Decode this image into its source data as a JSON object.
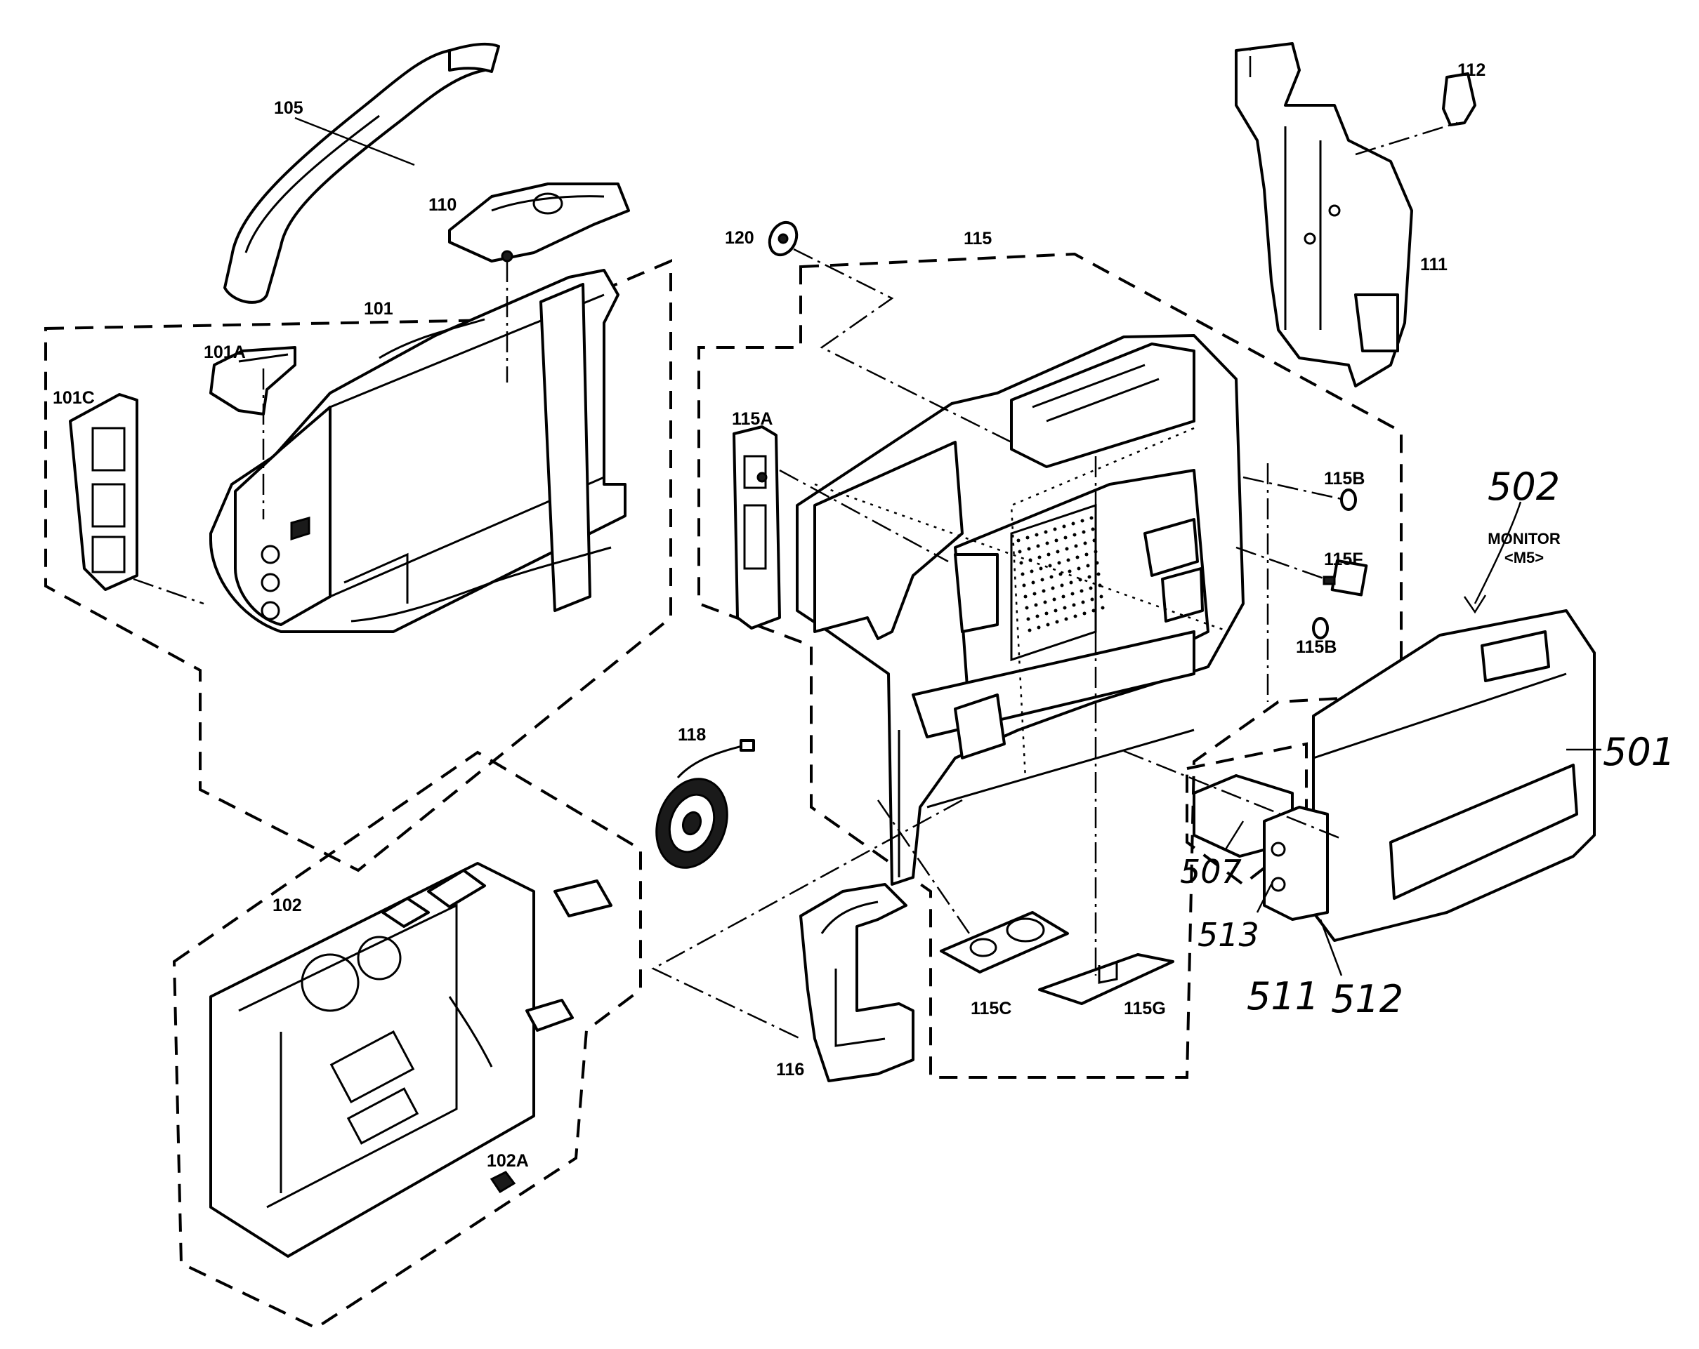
{
  "labels": {
    "p101": "101",
    "p101A": "101A",
    "p101C": "101C",
    "p102": "102",
    "p102A": "102A",
    "p105": "105",
    "p110": "110",
    "p111": "111",
    "p112": "112",
    "p115": "115",
    "p115A": "115A",
    "p115B_top": "115B",
    "p115B_bottom": "115B",
    "p115C": "115C",
    "p115F": "115F",
    "p115G": "115G",
    "p116": "116",
    "p118": "118",
    "p120": "120"
  },
  "monitor": {
    "title": "MONITOR",
    "code": "<M5>"
  },
  "handwritten": {
    "h502": "502",
    "h501": "501",
    "h507": "507",
    "h513": "513",
    "h511": "511",
    "h512": "512"
  }
}
